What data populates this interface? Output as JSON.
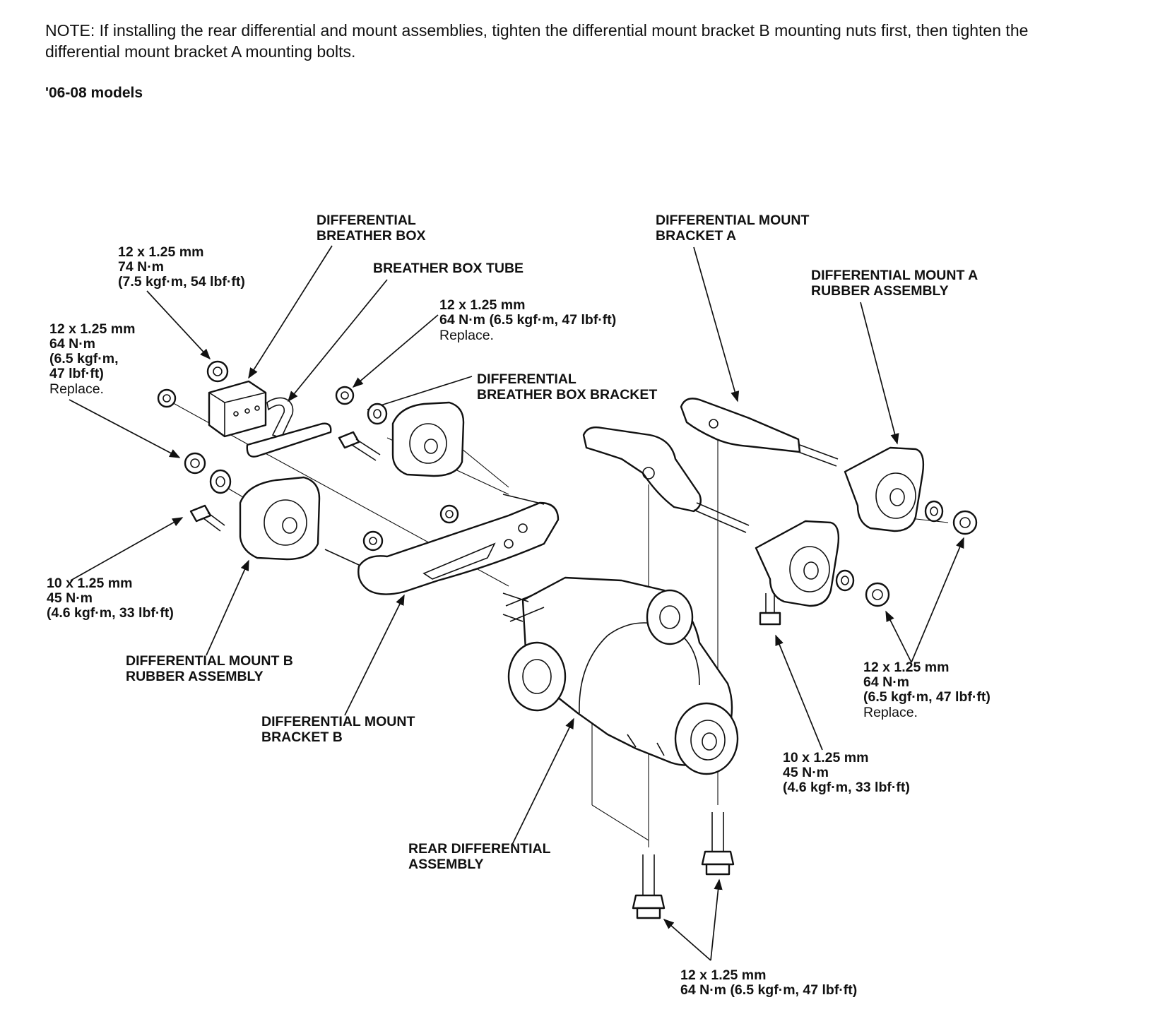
{
  "note": "NOTE: If installing the rear differential and mount assemblies, tighten the differential mount bracket B mounting nuts first, then tighten the differential mount bracket A mounting bolts.",
  "models_heading": "'06-08 models",
  "labels": {
    "breather_box": [
      "DIFFERENTIAL",
      "BREATHER BOX"
    ],
    "breather_box_tube": [
      "BREATHER BOX TUBE"
    ],
    "breather_box_bracket": [
      "DIFFERENTIAL",
      "BREATHER BOX BRACKET"
    ],
    "mount_bracket_a": [
      "DIFFERENTIAL MOUNT",
      "BRACKET A"
    ],
    "mount_a_rubber": [
      "DIFFERENTIAL MOUNT A",
      "RUBBER ASSEMBLY"
    ],
    "mount_b_rubber": [
      "DIFFERENTIAL MOUNT B",
      "RUBBER ASSEMBLY"
    ],
    "mount_bracket_b": [
      "DIFFERENTIAL MOUNT",
      "BRACKET B"
    ],
    "rear_diff_assembly": [
      "REAR DIFFERENTIAL",
      "ASSEMBLY"
    ]
  },
  "specs": {
    "s1": [
      "12 x 1.25 mm",
      "74 N·m",
      "(7.5 kgf·m, 54 lbf·ft)"
    ],
    "s2": [
      "12 x 1.25 mm",
      "64 N·m",
      "(6.5 kgf·m,",
      "47 lbf·ft)"
    ],
    "s2_note": "Replace.",
    "s3": [
      "12 x 1.25 mm",
      "64 N·m (6.5 kgf·m, 47 lbf·ft)"
    ],
    "s3_note": "Replace.",
    "s4": [
      "10 x 1.25 mm",
      "45 N·m",
      "(4.6 kgf·m, 33 lbf·ft)"
    ],
    "s5": [
      "12 x 1.25 mm",
      "64 N·m",
      "(6.5 kgf·m, 47 lbf·ft)"
    ],
    "s5_note": "Replace.",
    "s6": [
      "10 x 1.25 mm",
      "45 N·m",
      "(4.6 kgf·m, 33 lbf·ft)"
    ],
    "s7": [
      "12 x 1.25 mm",
      "64 N·m (6.5 kgf·m, 47 lbf·ft)"
    ]
  }
}
